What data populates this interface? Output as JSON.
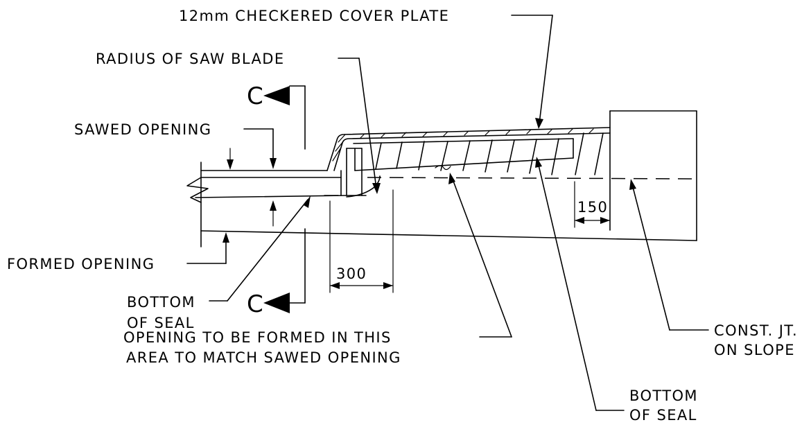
{
  "labels": {
    "cover_plate": "12mm CHECKERED COVER PLATE",
    "radius_saw": "RADIUS OF SAW BLADE",
    "sawed_opening": "SAWED OPENING",
    "formed_opening": "FORMED OPENING",
    "bottom_seal_left_1": "BOTTOM",
    "bottom_seal_left_2": "OF SEAL",
    "opening_formed_1": "OPENING TO BE FORMED IN THIS",
    "opening_formed_2": "AREA TO MATCH SAWED OPENING",
    "const_jt_1": "CONST. JT.",
    "const_jt_2": "ON SLOPE",
    "bottom_seal_right_1": "BOTTOM",
    "bottom_seal_right_2": "OF SEAL",
    "section_mark_top": "C",
    "section_mark_bottom": "C"
  },
  "dimensions": {
    "dim_300": "300",
    "dim_150": "150"
  }
}
